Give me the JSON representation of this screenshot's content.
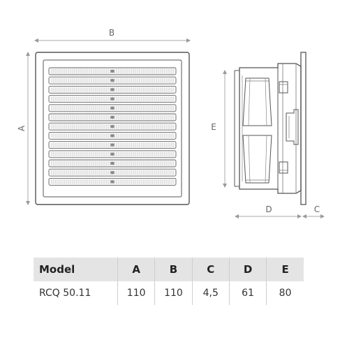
{
  "dimensions": {
    "front_width_label": "B",
    "front_height_label": "A",
    "side_height_label": "E",
    "side_depth_label": "D",
    "side_thickness_label": "C"
  },
  "spec_table": {
    "headers": [
      "Model",
      "A",
      "B",
      "C",
      "D",
      "E"
    ],
    "rows": [
      [
        "RCQ 50.11",
        "110",
        "110",
        "4,5",
        "61",
        "80"
      ]
    ]
  },
  "colors": {
    "line": "#555555",
    "dim_line": "#aaaaaa",
    "header_bg": "#e4e4e4"
  }
}
